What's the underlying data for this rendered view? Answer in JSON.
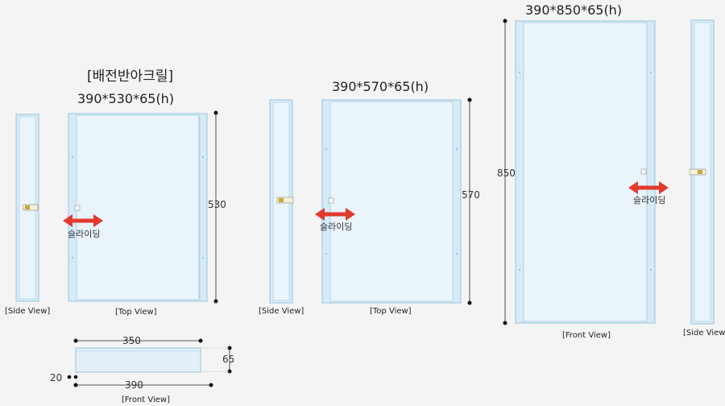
{
  "title_unit1": "[배전반아크릴]",
  "unit1": {
    "size_label": "390*530*65(h)",
    "height_dim": "530",
    "side_view_label": "[Side  View]",
    "top_view_label": "[Top View]",
    "slide_label": "슬라이딩",
    "front": {
      "width_inner": "350",
      "width_outer": "390",
      "height": "65",
      "offset": "20",
      "label": "[Front View]"
    }
  },
  "unit2": {
    "size_label": "390*570*65(h)",
    "height_dim": "570",
    "side_view_label": "[Side View]",
    "top_view_label": "[Top View]",
    "slide_label": "슬라이딩"
  },
  "unit3": {
    "size_label": "390*850*65(h)",
    "height_dim": "850",
    "front_view_label": "[Front View]",
    "side_view_label": "[Side View]",
    "slide_label": "슬라이딩"
  },
  "colors": {
    "panel_fill": "#eaf4fb",
    "panel_stroke": "#9cc3dd",
    "frame_fill": "#d6ebf8",
    "arrow_red": "#e23a2e",
    "dim_line": "#222222"
  }
}
